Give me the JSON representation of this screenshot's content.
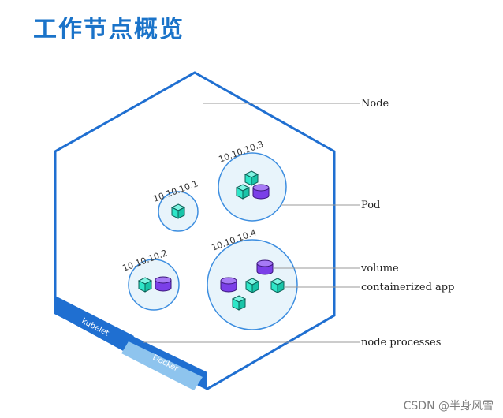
{
  "title": "工作节点概览",
  "labels": {
    "node": "Node",
    "pod": "Pod",
    "volume": "volume",
    "containerized_app": "containerized app",
    "node_processes": "node processes"
  },
  "pods": {
    "pod1": "10.10.10.1",
    "pod2": "10.10.10.2",
    "pod3": "10.10.10.3",
    "pod4": "10.10.10.4"
  },
  "processes": {
    "kubelet": "kubelet",
    "docker": "Docker"
  },
  "watermark": "CSDN @半身风雪",
  "colors": {
    "hexagon": "#1f6fd1",
    "pod_fill": "#e8f4fb",
    "pod_stroke": "#3d8ee0",
    "container": "#2ee6c8",
    "volume": "#7b3fe8",
    "docker_band": "#8ec4ee"
  }
}
